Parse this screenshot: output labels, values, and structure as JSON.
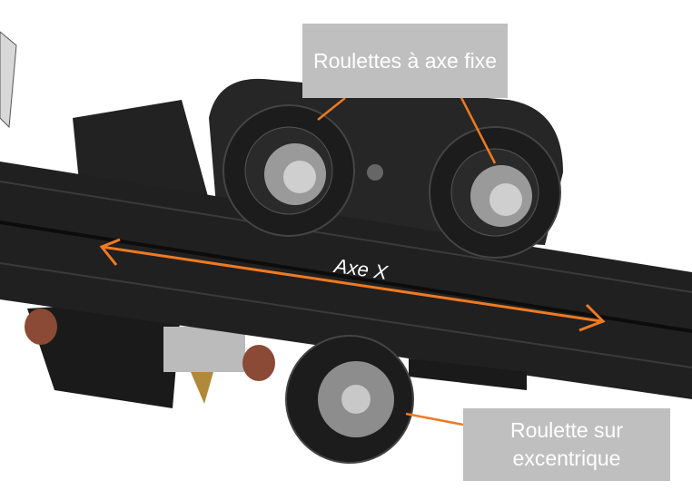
{
  "annotations": {
    "fixed_wheels": "Roulettes à axe fixe",
    "eccentric_wheel": "Roulette sur excentrique",
    "axis": "Axe X"
  },
  "colors": {
    "accent": "#f07a22",
    "label_bg": "#bfbfbf",
    "part": "#1e1e1e"
  }
}
